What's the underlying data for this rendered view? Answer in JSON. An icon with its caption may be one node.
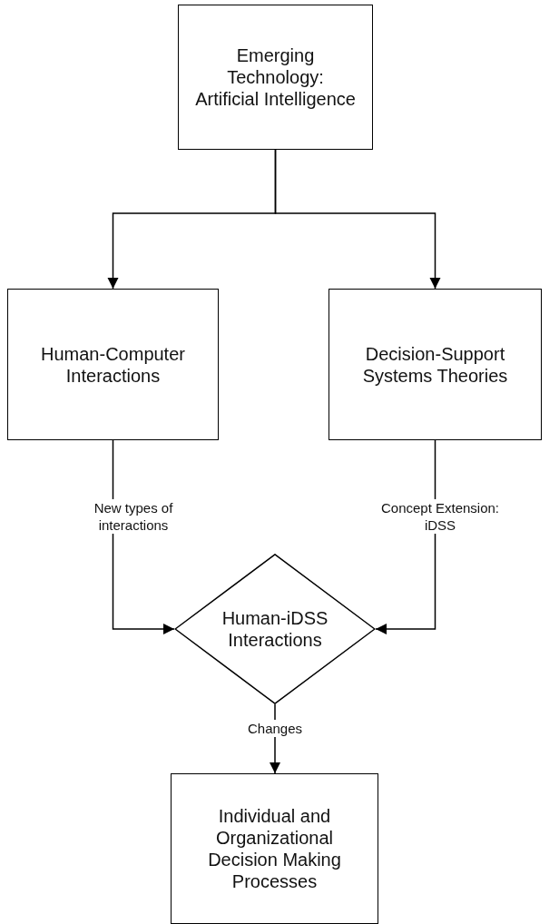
{
  "diagram": {
    "nodes": [
      {
        "text": [
          "Emerging Technology: Artificial Intelligence"
        ]
      },
      {
        "text": [
          "Human-Computer Interactions"
        ]
      },
      {
        "text": [
          "Decision-Support Systems Theories"
        ]
      },
      {
        "text": [
          "Human-iDSS Interactions"
        ]
      },
      {
        "text": [
          "Individual and Organizational Decision Making Processes"
        ]
      }
    ],
    "edges": [
      {
        "from": 0,
        "to": 1,
        "arrow": "to"
      },
      {
        "from": 0,
        "to": 2,
        "arrow": "to"
      },
      {
        "from": 1,
        "to": 3,
        "arrow": "to",
        "label": "New types of interactions"
      },
      {
        "from": 2,
        "to": 3,
        "arrow": "to",
        "label": "Concept Extension: iDSS"
      },
      {
        "from": 3,
        "to": 4,
        "arrow": "to",
        "label": "Changes"
      }
    ]
  }
}
